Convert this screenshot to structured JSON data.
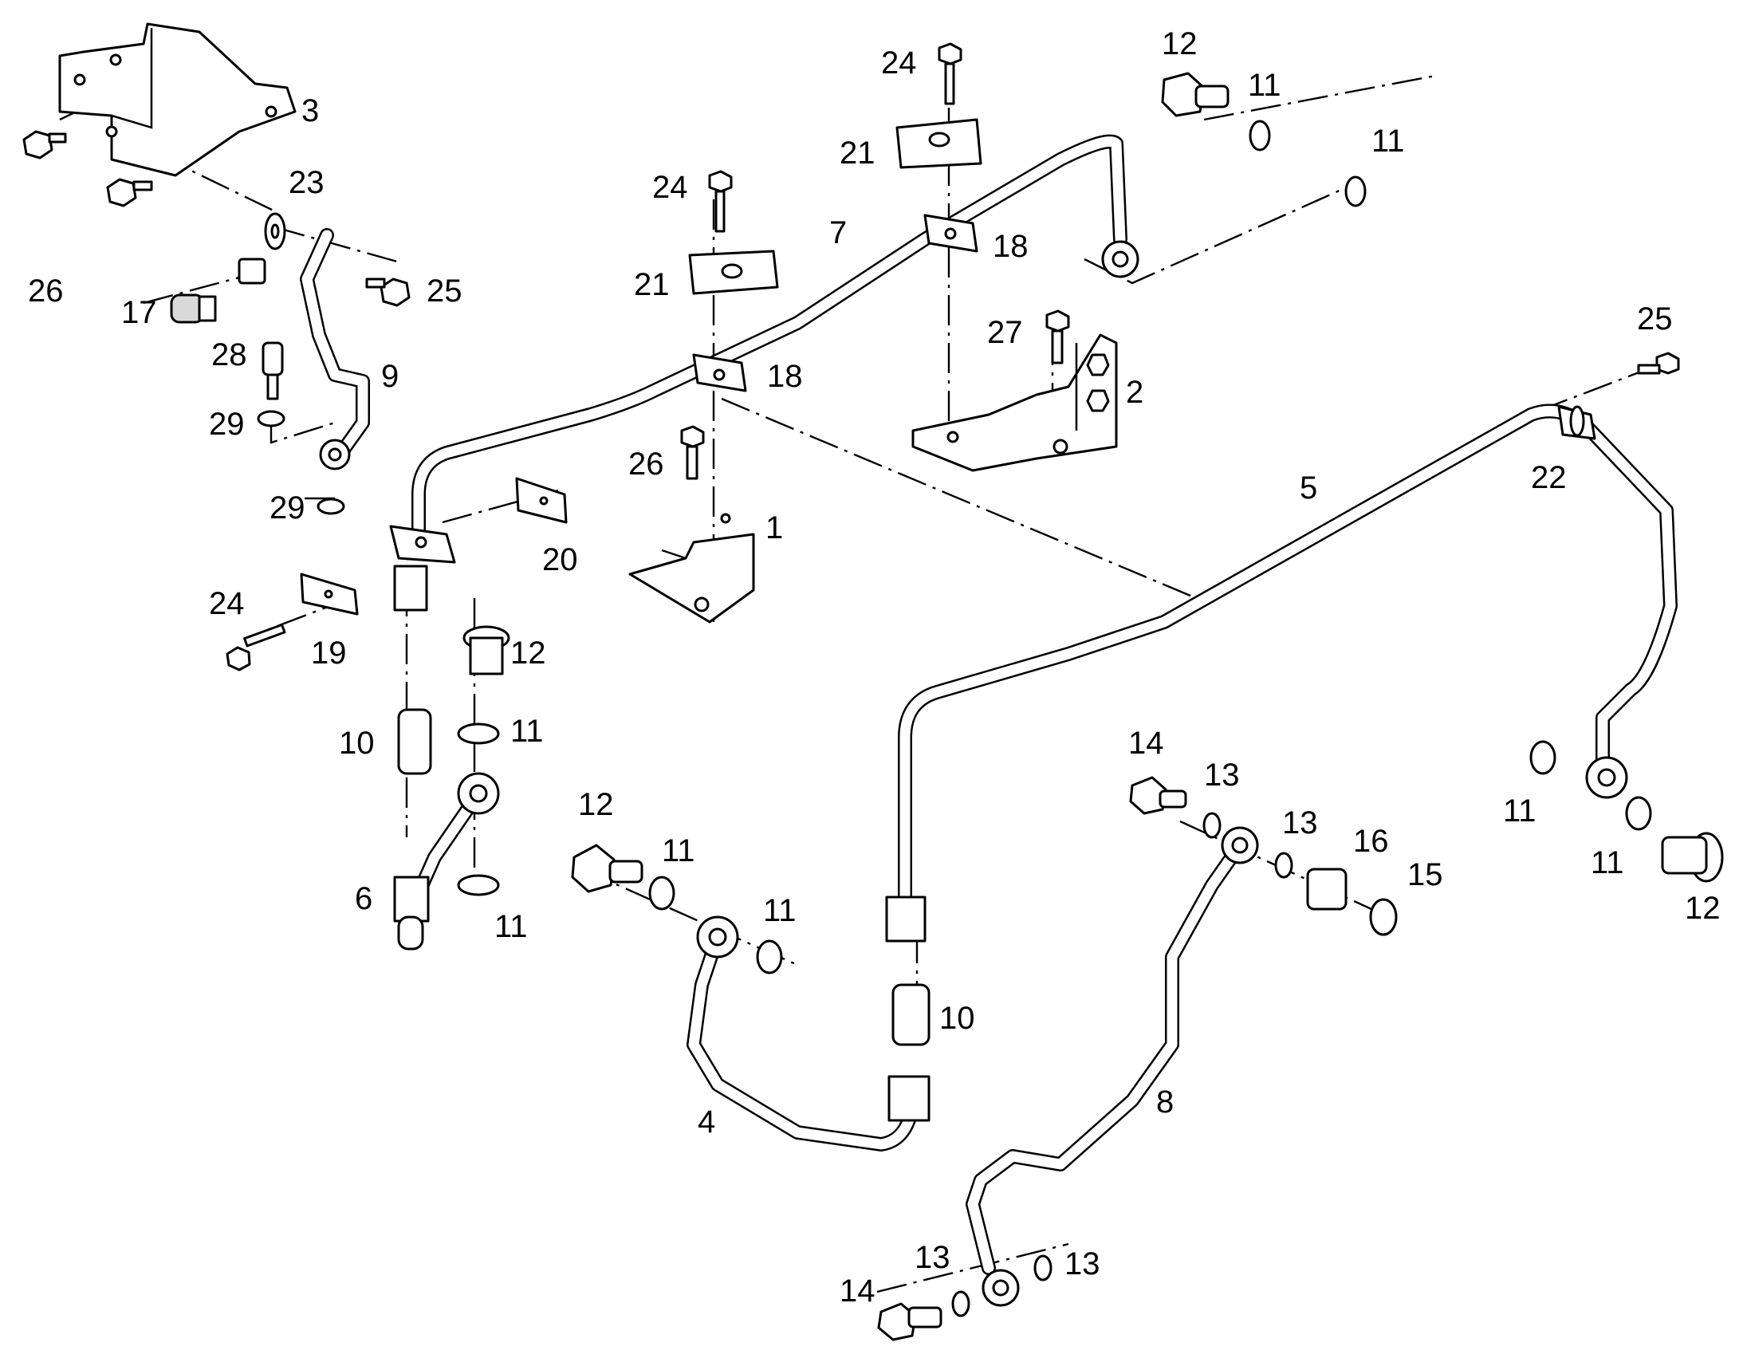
{
  "diagram": {
    "callouts": [
      {
        "id": "c1",
        "text": "1"
      },
      {
        "id": "c2",
        "text": "2"
      },
      {
        "id": "c3",
        "text": "3"
      },
      {
        "id": "c4",
        "text": "4"
      },
      {
        "id": "c5",
        "text": "5"
      },
      {
        "id": "c6",
        "text": "6"
      },
      {
        "id": "c7",
        "text": "7"
      },
      {
        "id": "c8",
        "text": "8"
      },
      {
        "id": "c9",
        "text": "9"
      },
      {
        "id": "c10a",
        "text": "10"
      },
      {
        "id": "c10b",
        "text": "10"
      },
      {
        "id": "c11a",
        "text": "11"
      },
      {
        "id": "c11b",
        "text": "11"
      },
      {
        "id": "c11c",
        "text": "11"
      },
      {
        "id": "c11d",
        "text": "11"
      },
      {
        "id": "c11e",
        "text": "11"
      },
      {
        "id": "c11f",
        "text": "11"
      },
      {
        "id": "c11g",
        "text": "11"
      },
      {
        "id": "c11h",
        "text": "11"
      },
      {
        "id": "c12a",
        "text": "12"
      },
      {
        "id": "c12b",
        "text": "12"
      },
      {
        "id": "c12c",
        "text": "12"
      },
      {
        "id": "c12d",
        "text": "12"
      },
      {
        "id": "c13a",
        "text": "13"
      },
      {
        "id": "c13b",
        "text": "13"
      },
      {
        "id": "c13c",
        "text": "13"
      },
      {
        "id": "c13d",
        "text": "13"
      },
      {
        "id": "c14a",
        "text": "14"
      },
      {
        "id": "c14b",
        "text": "14"
      },
      {
        "id": "c15",
        "text": "15"
      },
      {
        "id": "c16",
        "text": "16"
      },
      {
        "id": "c17",
        "text": "17"
      },
      {
        "id": "c18a",
        "text": "18"
      },
      {
        "id": "c18b",
        "text": "18"
      },
      {
        "id": "c19",
        "text": "19"
      },
      {
        "id": "c20",
        "text": "20"
      },
      {
        "id": "c21a",
        "text": "21"
      },
      {
        "id": "c21b",
        "text": "21"
      },
      {
        "id": "c22",
        "text": "22"
      },
      {
        "id": "c23",
        "text": "23"
      },
      {
        "id": "c24a",
        "text": "24"
      },
      {
        "id": "c24b",
        "text": "24"
      },
      {
        "id": "c24c",
        "text": "24"
      },
      {
        "id": "c25a",
        "text": "25"
      },
      {
        "id": "c25b",
        "text": "25"
      },
      {
        "id": "c26a",
        "text": "26"
      },
      {
        "id": "c26b",
        "text": "26"
      },
      {
        "id": "c27",
        "text": "27"
      },
      {
        "id": "c28",
        "text": "28"
      },
      {
        "id": "c29a",
        "text": "29"
      },
      {
        "id": "c29b",
        "text": "29"
      }
    ]
  }
}
